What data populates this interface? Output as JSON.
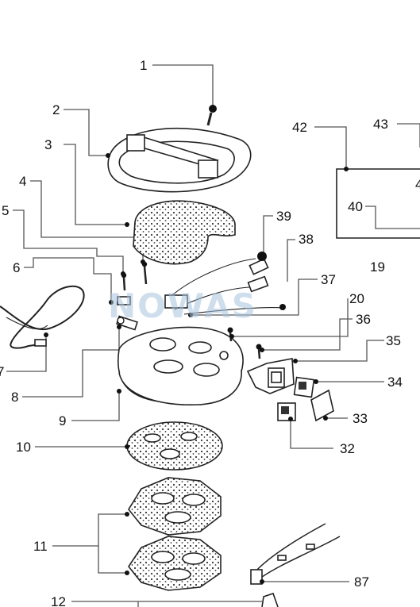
{
  "watermark": "NOWAS",
  "callouts": {
    "c1": "1",
    "c2": "2",
    "c3": "3",
    "c4": "4",
    "c5": "5",
    "c6": "6",
    "c7": "7",
    "c8": "8",
    "c9": "9",
    "c10": "10",
    "c11": "11",
    "c12": "12",
    "c19": "19",
    "c20": "20",
    "c32": "32",
    "c33": "33",
    "c34": "34",
    "c35": "35",
    "c36": "36",
    "c37": "37",
    "c38": "38",
    "c39": "39",
    "c40": "40",
    "c42": "42",
    "c43": "43",
    "c87": "87"
  }
}
